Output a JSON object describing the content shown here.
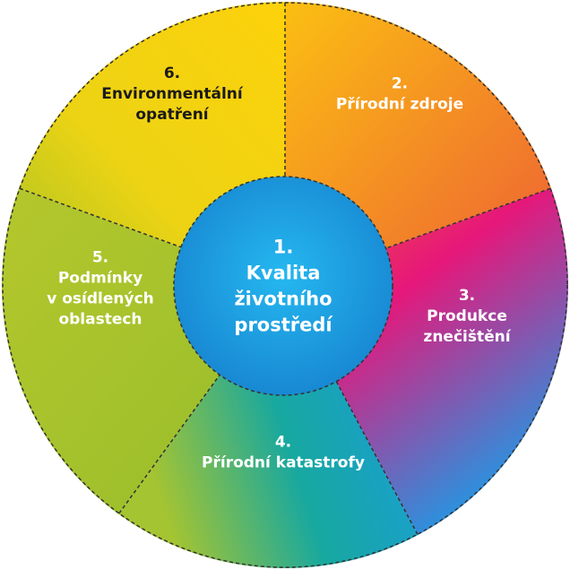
{
  "center": {
    "number": "1.",
    "lines": [
      "Kvalita",
      "životního",
      "prostředí"
    ],
    "color": "#1e9fe0"
  },
  "segments": [
    {
      "id": "seg-2",
      "number": "2.",
      "lines": [
        "Přírodní zdroje"
      ],
      "text_color": "#ffffff",
      "colors": [
        "#f9a51a",
        "#ef6a2f"
      ]
    },
    {
      "id": "seg-3",
      "number": "3.",
      "lines": [
        "Produkce",
        "znečištění"
      ],
      "text_color": "#ffffff",
      "colors": [
        "#e6177a",
        "#2f8fe0"
      ]
    },
    {
      "id": "seg-4",
      "number": "4.",
      "lines": [
        "Přírodní katastrofy"
      ],
      "text_color": "#ffffff",
      "colors": [
        "#1aa7a0",
        "#8cbf2a"
      ]
    },
    {
      "id": "seg-5",
      "number": "5.",
      "lines": [
        "Podmínky",
        "v osídlených",
        "oblastech"
      ],
      "text_color": "#ffffff",
      "colors": [
        "#b2c62b",
        "#a1c02a"
      ]
    },
    {
      "id": "seg-6",
      "number": "6.",
      "lines": [
        "Environmentální",
        "opatření"
      ],
      "text_color": "#1a1a1a",
      "colors": [
        "#f5d30f",
        "#b9cc1f"
      ]
    }
  ]
}
